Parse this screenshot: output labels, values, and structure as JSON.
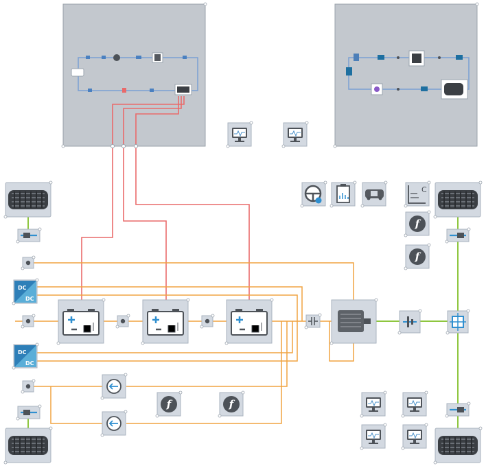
{
  "icons": {
    "monitor": "monitor-icon",
    "battery": "battery-icon",
    "tire": "tire-icon",
    "function": "function-icon",
    "motor": "motor-icon",
    "steering": "steering-wheel-icon",
    "clipboard": "clipboard-chart-icon",
    "car": "car-icon",
    "dcdc": "dc-dc-converter-icon",
    "current_source": "current-source-icon",
    "gear": "gear-icon",
    "axle": "axle-icon",
    "capacitor": "capacitor-icon",
    "constants": "constants-icon"
  },
  "labels": {
    "dc_top": "DC",
    "dc_bottom": "DC",
    "function_glyph": "f",
    "constants_glyph": "C"
  },
  "colors": {
    "electrical": "#f0a440",
    "signal": "#e96a6a",
    "mechanical": "#8ec63f",
    "subsystem": "#7b9fd4",
    "block_fill": "#d3d9e1",
    "panel_fill": "#c3c8ce"
  }
}
